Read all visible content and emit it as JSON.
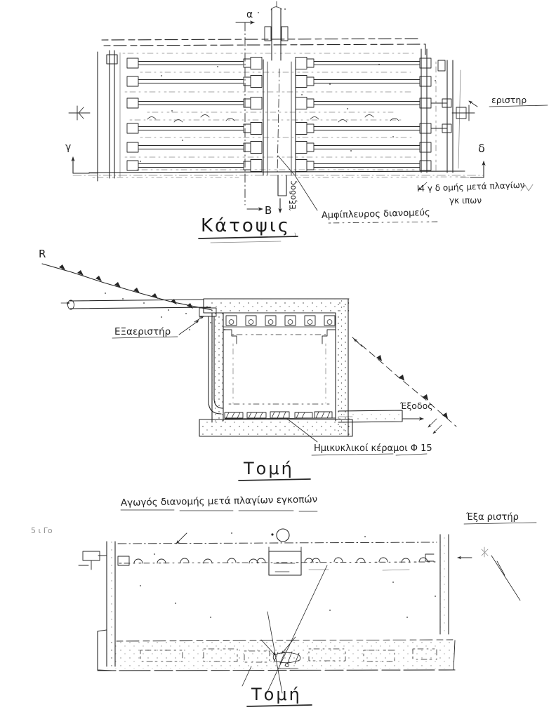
{
  "page": {
    "paper_color": "#ffffff",
    "ink_color": "#262626"
  },
  "plan_view": {
    "caption": "Κάτοψις",
    "distributor_label": "Αμφίπλευρος διανομεύς",
    "outlet_label": "Έξοδος",
    "vent_label_partial": "εριστηρ",
    "side_note_line1": "Ι4 γ δ ομής μετά πλαγίων",
    "side_note_line2": "γκ ιπων",
    "section_marker_top": "α",
    "section_marker_bottom": "Β",
    "section_marker_left": "γ",
    "section_marker_right": "δ"
  },
  "middle_section": {
    "caption": "Τομή",
    "ground_label": "R",
    "vent_label": "ΕΞαεριστήρ",
    "outlet_label": "Έξοδος",
    "tiles_label": "Ημικυκλικοί κέραμοι Φ 15"
  },
  "bottom_section": {
    "caption": "Τομή",
    "conduit_label": "Αγωγός διανομής μετά πλαγίων εγκοπών",
    "vent_label": "Έξα ριστήρ",
    "stray_marks": "5 ι Γο"
  }
}
